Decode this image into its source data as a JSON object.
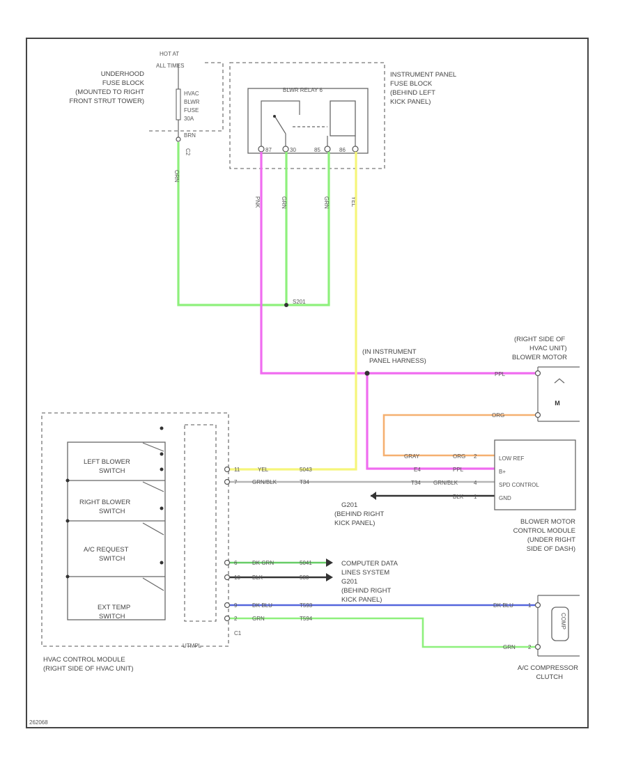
{
  "colors": {
    "green": "#8ef07c",
    "pink": "#f06cf0",
    "yellow": "#f5f57a",
    "orange": "#f5b070",
    "blue": "#5566dd",
    "grey": "#b5b5b5",
    "black": "#333333"
  },
  "top": {
    "hot_at": "HOT AT",
    "hot_at2": "ALL TIMES",
    "underhood_1": "UNDERHOOD",
    "underhood_2": "FUSE BLOCK",
    "underhood_3": "(MOUNTED TO RIGHT",
    "underhood_4": "FRONT STRUT TOWER)",
    "fuse_1": "HVAC",
    "fuse_2": "BLWR",
    "fuse_3": "FUSE",
    "fuse_4": "30A",
    "fuse_5": "BRN",
    "c2": "C2",
    "relay_title": "BLWR RELAY 6",
    "relay_pins": [
      "87",
      "30",
      "85",
      "86"
    ],
    "ip_1": "INSTRUMENT PANEL",
    "ip_2": "FUSE BLOCK",
    "ip_3": "(BEHIND LEFT",
    "ip_4": "KICK PANEL)",
    "wire_orn": "ORN",
    "wire_pnk": "PNK",
    "wire_grn1": "GRN",
    "wire_grn2": "GRN",
    "wire_yel": "YEL",
    "splice": "S201"
  },
  "mid": {
    "harness_1": "(IN INSTRUMENT",
    "harness_2": "PANEL HARNESS)",
    "right_side_1": "(RIGHT SIDE OF",
    "right_side_2": "HVAC UNIT)",
    "blower_motor": "BLOWER MOTOR",
    "wire_ppl": "PPL",
    "wire_org": "ORG",
    "m_label": "M"
  },
  "module": {
    "gray": "GRAY",
    "org": "ORG",
    "e_label": "E4",
    "ppl": "PPL",
    "pins": [
      "LOW REF",
      "B+",
      "SPD CONTROL",
      "GND"
    ],
    "wire_t34": "T34",
    "wire_grnblk": "GRN/BLK",
    "wire_blk": "BLK",
    "gnd_1": "G201",
    "gnd_2": "(BEHIND RIGHT",
    "gnd_3": "KICK PANEL)",
    "bm_1": "BLOWER MOTOR",
    "bm_2": "CONTROL MODULE",
    "bm_3": "(UNDER RIGHT",
    "bm_4": "SIDE OF DASH)",
    "pin_2": "2",
    "pin_4": "4",
    "pin_1": "1"
  },
  "hvac": {
    "sw1_1": "LEFT BLOWER",
    "sw1_2": "SWITCH",
    "sw2_1": "RIGHT BLOWER",
    "sw2_2": "SWITCH",
    "sw3_1": "A/C REQUEST",
    "sw3_2": "SWITCH",
    "sw4_1": "EXT TEMP",
    "sw4_2": "SWITCH",
    "mod_1": "HVAC CONTROL MODULE",
    "mod_2": "(RIGHT SIDE OF HVAC UNIT)",
    "conn": "UTMPL",
    "c1": "C1",
    "pin_a": "11",
    "pin_b": "7",
    "pin_c": "6",
    "pin_d": "10",
    "pin_e": "9",
    "pin_f": "2",
    "yel": "YEL",
    "t420": "5043",
    "grnblk": "GRN/BLK",
    "t34": "T34",
    "dkgrn": "DK GRN",
    "t5041": "5041",
    "blk": "BLK",
    "t580": "580",
    "dkblu": "DK BLU",
    "t593": "T593",
    "grn": "GRN",
    "t594": "T594",
    "pin_6": "6",
    "pin_10": "10",
    "pin_9": "9",
    "pin_2": "2"
  },
  "right": {
    "cds_1": "COMPUTER DATA",
    "cds_2": "LINES SYSTEM",
    "cds_3": "G201",
    "cds_4": "(BEHIND RIGHT",
    "cds_5": "KICK PANEL)",
    "dkblu": "DK BLU",
    "grn": "GRN",
    "pin_1": "1",
    "pin_2": "2",
    "clutch_1": "A/C COMPRESSOR",
    "clutch_2": "CLUTCH",
    "clutch_tag": "COMP"
  },
  "footer": {
    "id": "262068"
  }
}
